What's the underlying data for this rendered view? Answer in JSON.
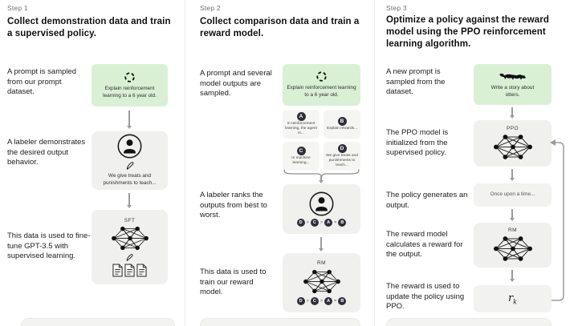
{
  "colors": {
    "prompt_box_green": "#d9f0d4",
    "diagram_box_gray": "#f0f0ee",
    "letter_circle_dark": "#2f2f39",
    "arrow_gray": "#9b9b9b",
    "heading_text": "#101010"
  },
  "step1": {
    "label": "Step 1",
    "heading": "Collect demonstration data and train a supervised policy.",
    "text_prompt": "A prompt is sampled from our prompt dataset.",
    "prompt_box_caption": "Explain reinforcement learning to a 6 year old.",
    "text_labeler": "A labeler demonstrates the desired output behavior.",
    "labeler_box_caption": "We give treats and punishments to teach...",
    "text_finetune": "This data is used to fine-tune GPT-3.5 with supervised learning.",
    "sft_label": "SFT"
  },
  "step2": {
    "label": "Step 2",
    "heading": "Collect comparison data and train a reward model.",
    "text_prompt": "A prompt and several model outputs are sampled.",
    "prompt_box_caption": "Explain reinforcement learning to a 6 year old.",
    "outputs": [
      {
        "letter": "A",
        "text": "In reinforcement learning, the agent is..."
      },
      {
        "letter": "B",
        "text": "Explain rewards..."
      },
      {
        "letter": "C",
        "text": "In machine learning..."
      },
      {
        "letter": "D",
        "text": "We give treats and punishments to teach..."
      }
    ],
    "text_rank": "A labeler ranks the outputs from best to worst.",
    "ranking": [
      "D",
      "C",
      "A",
      "B"
    ],
    "ranking_seps": [
      ">",
      ">",
      "="
    ],
    "text_train": "This data is used to train our reward model.",
    "rm_label": "RM"
  },
  "step3": {
    "label": "Step 3",
    "heading": "Optimize a policy against the reward model using the PPO reinforcement learning algorithm.",
    "text_prompt": "A new prompt is sampled from the dataset.",
    "prompt_box_caption": "Write a story about otters.",
    "text_ppo": "The PPO model is initialized from the supervised policy.",
    "ppo_label": "PPO",
    "text_output": "The policy generates an output.",
    "output_box_caption": "Once upon a time...",
    "text_reward": "The reward model calculates a reward for the output.",
    "rm_label": "RM",
    "text_update": "The reward is used to update the policy using PPO.",
    "reward_symbol": "r",
    "reward_subscript": "k"
  }
}
